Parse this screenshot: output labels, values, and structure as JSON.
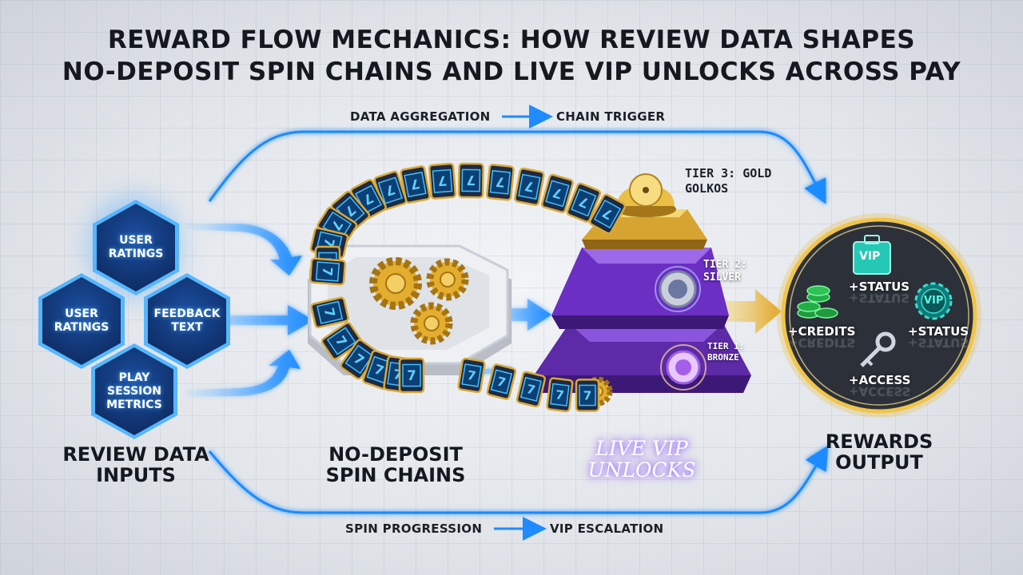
{
  "title": {
    "line1": "Reward Flow Mechanics: How Review Data Shapes",
    "line2": "No-Deposit Spin Chains and Live VIP Unlocks Across Pay"
  },
  "flows": {
    "top": {
      "from": "DATA AGGREGATION",
      "to": "CHAIN TRIGGER"
    },
    "bottom": {
      "from": "SPIN PROGRESSION",
      "to": "VIP ESCALATION"
    }
  },
  "inputs": {
    "label_line1": "REVIEW DATA",
    "label_line2": "INPUTS",
    "nodes": [
      {
        "label": "USER\nRATINGS"
      },
      {
        "label": "USER\nRATINGS"
      },
      {
        "label": "FEEDBACK\nTEXT"
      },
      {
        "label": "PLAY\nSESSION\nMETRICS"
      }
    ]
  },
  "spin_chains": {
    "label_line1": "NO-DEPOSIT",
    "label_line2": "SPIN CHAINS",
    "reel_symbol": "7"
  },
  "vip": {
    "label_line1": "LIVE VIP",
    "label_line2": "UNLOCKS",
    "tiers": [
      {
        "line1": "TIER 3: GOLD",
        "line2": "GOLKOS"
      },
      {
        "line1": "TIER 2:",
        "line2": "SILVER"
      },
      {
        "line1": "TIER 1:",
        "line2": "BRONZE"
      }
    ]
  },
  "rewards": {
    "label_line1": "REWARDS",
    "label_line2": "OUTPUT",
    "badge_text": "VIP",
    "chip_text": "VIP",
    "items": {
      "status_top": "+STATUS",
      "credits": "+CREDITS",
      "status_right": "+STATUS",
      "access": "+ACCESS"
    }
  },
  "colors": {
    "flow_blue": "#1f8bff",
    "gold": "#e2b43a",
    "purple": "#6b2fc4",
    "hex_border": "#55b6ff"
  }
}
